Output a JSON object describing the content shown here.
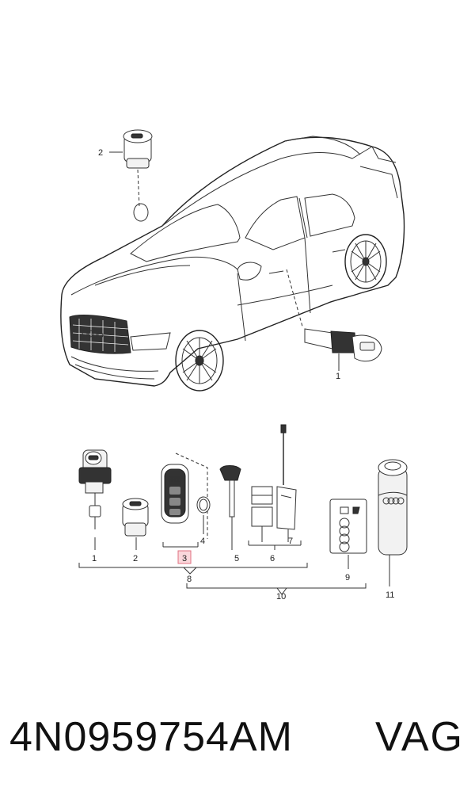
{
  "callouts": {
    "c1_car": "1",
    "c2_top": "2",
    "c1": "1",
    "c2": "2",
    "c3": "3",
    "c4": "4",
    "c5": "5",
    "c6": "6",
    "c7": "7",
    "c8": "8",
    "c9": "9",
    "c10": "10",
    "c11": "11"
  },
  "footer": {
    "part_number": "4N0959754AM",
    "brand": "VAG"
  },
  "colors": {
    "line": "#333333",
    "highlight": "#f4a7b0"
  }
}
